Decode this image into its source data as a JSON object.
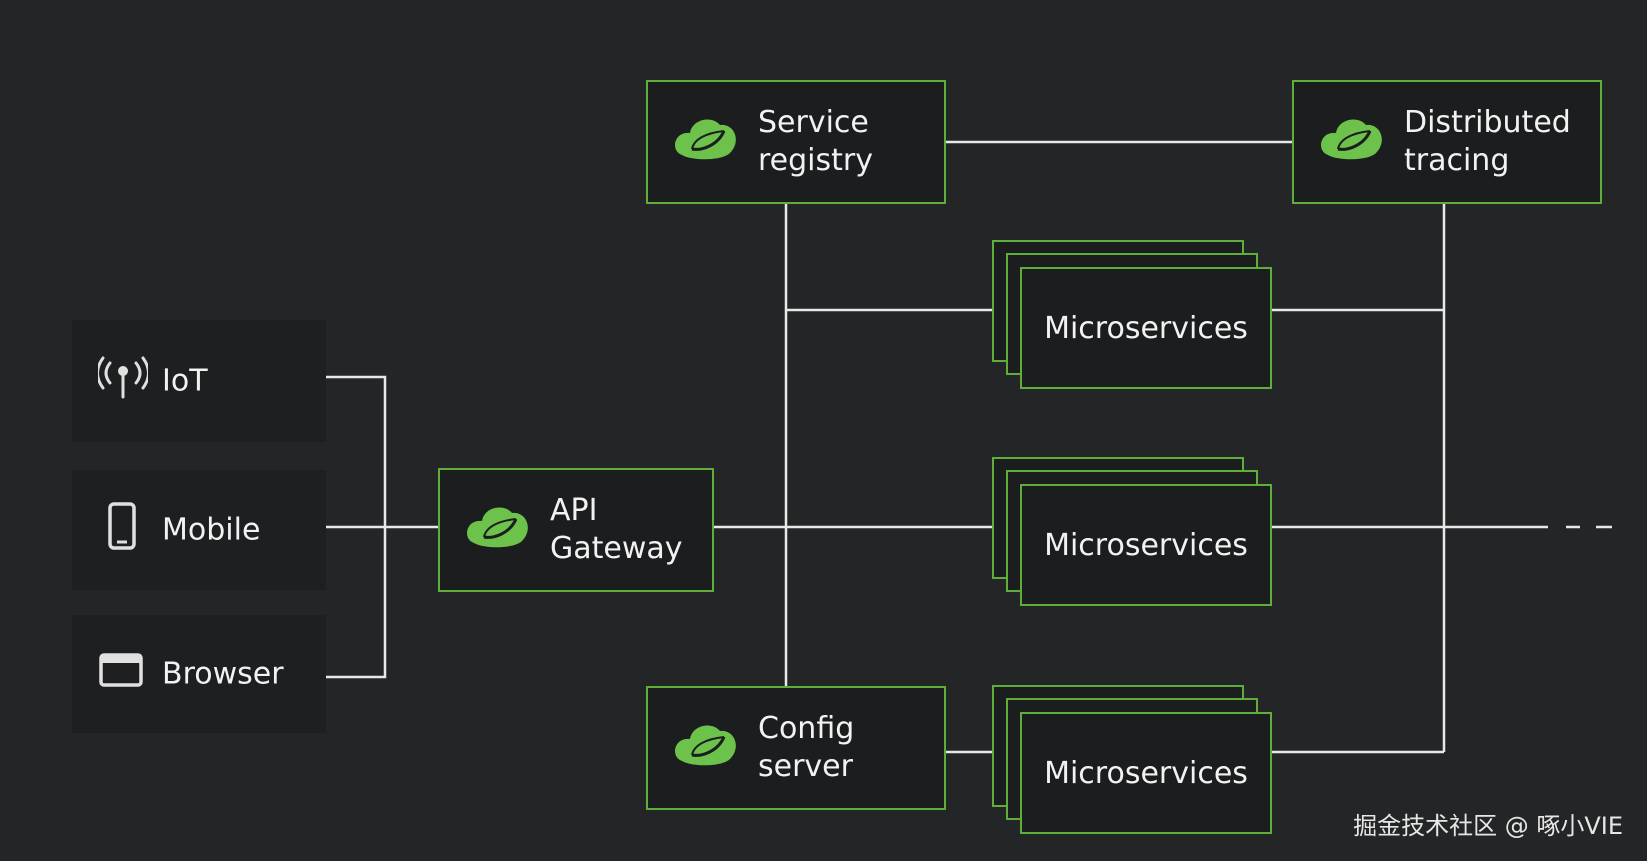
{
  "colors": {
    "background": "#242526",
    "client_box": "#1e1f20",
    "node_fill": "#1c1d1e",
    "accent_green": "#5fae3a",
    "leaf_green": "#6cc24a",
    "line": "#e8e8e8",
    "text": "#f2f2f2"
  },
  "clients": [
    {
      "label": "IoT",
      "icon": "antenna-icon"
    },
    {
      "label": "Mobile",
      "icon": "mobile-phone-icon"
    },
    {
      "label": "Browser",
      "icon": "browser-window-icon"
    }
  ],
  "nodes": {
    "api_gateway": {
      "line1": "API",
      "line2": "Gateway",
      "icon": "spring-leaf-icon"
    },
    "service_registry": {
      "line1": "Service",
      "line2": "registry",
      "icon": "spring-leaf-icon"
    },
    "distributed_tracing": {
      "line1": "Distributed",
      "line2": "tracing",
      "icon": "spring-leaf-icon"
    },
    "config_server": {
      "line1": "Config",
      "line2": "server",
      "icon": "spring-leaf-icon"
    }
  },
  "microservices": [
    {
      "label": "Microservices"
    },
    {
      "label": "Microservices"
    },
    {
      "label": "Microservices"
    }
  ],
  "watermark": "掘金技术社区 @ 啄小VIE"
}
